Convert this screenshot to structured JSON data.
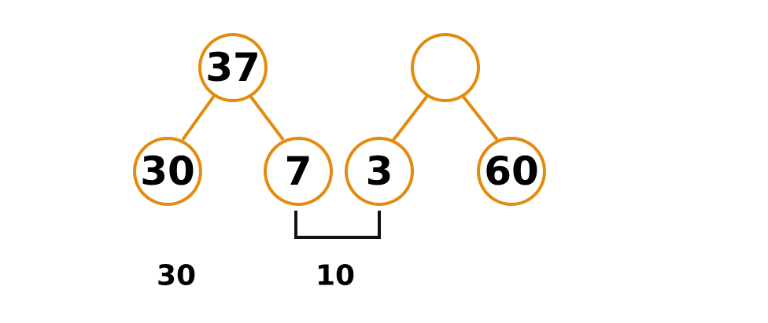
{
  "diagram": {
    "colors": {
      "node_stroke": "#E38B0E",
      "edge": "#E38B0E",
      "text": "#000000",
      "bracket": "#111111"
    },
    "trees": [
      {
        "root": {
          "label": "37"
        },
        "left": {
          "label": "30"
        },
        "right": {
          "label": "7"
        }
      },
      {
        "root": {
          "label": ""
        },
        "left": {
          "label": "3"
        },
        "right": {
          "label": "60"
        }
      }
    ],
    "bracket": {
      "connects": [
        "7",
        "3"
      ]
    },
    "bottom_labels": [
      {
        "label": "30"
      },
      {
        "label": "10"
      }
    ]
  }
}
